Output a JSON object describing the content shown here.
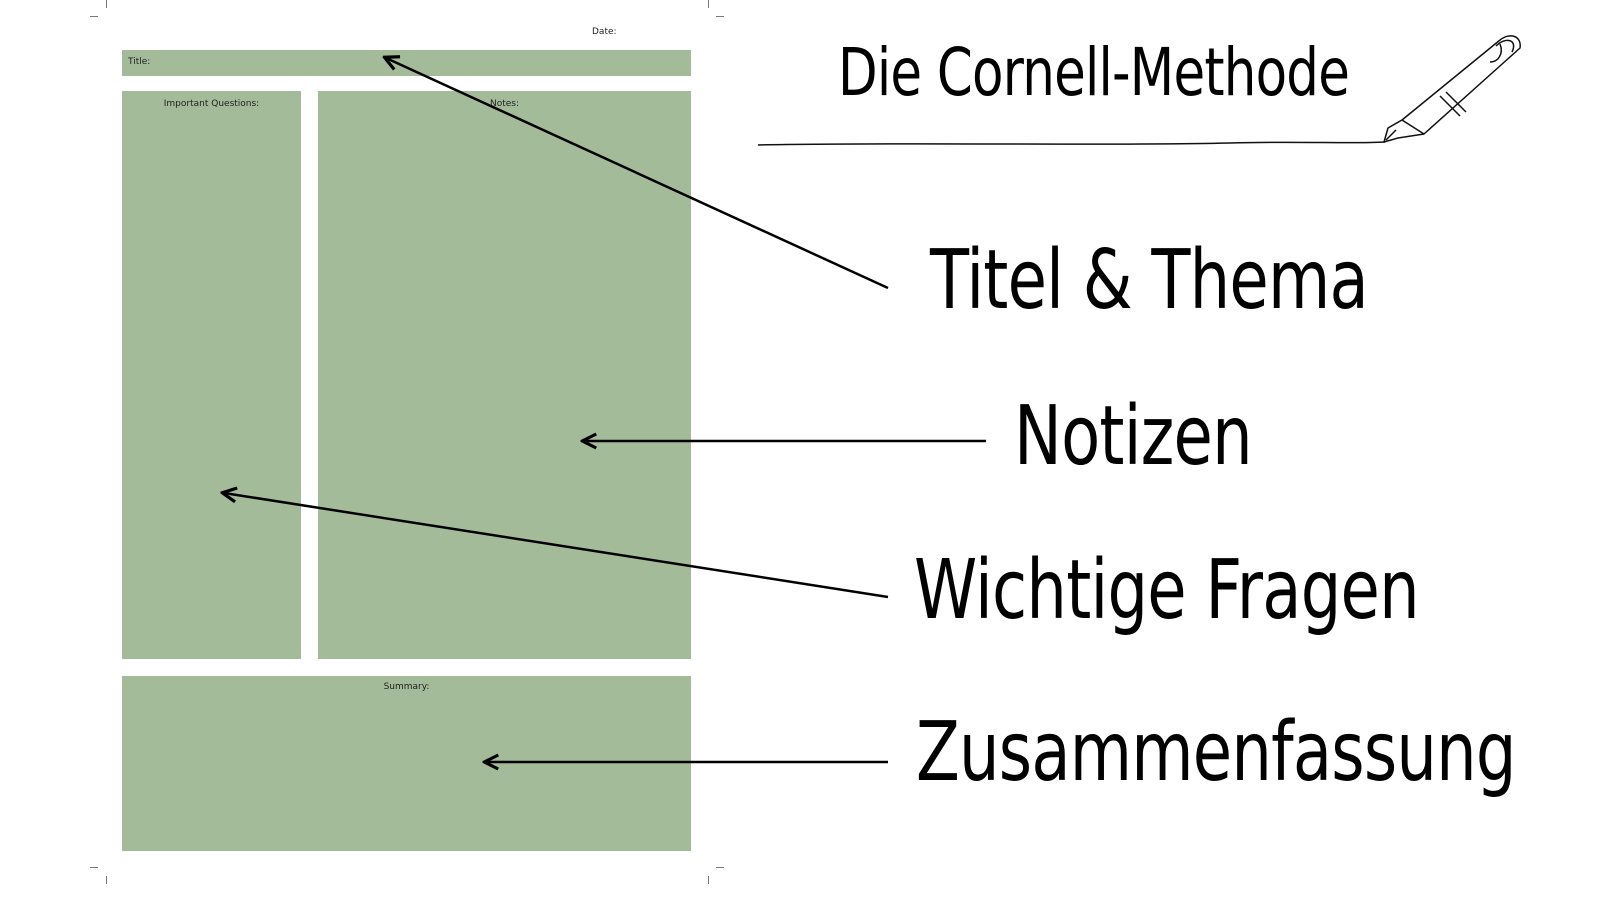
{
  "template": {
    "date_label": "Date:",
    "title_label": "Title:",
    "questions_label": "Important Questions:",
    "notes_label": "Notes:",
    "summary_label": "Summary:",
    "box_color": "#a3bb99"
  },
  "heading": "Die Cornell-Methode",
  "annotations": [
    {
      "key": "title",
      "text": "Titel & Thema"
    },
    {
      "key": "notes",
      "text": "Notizen"
    },
    {
      "key": "questions",
      "text": "Wichtige Fragen"
    },
    {
      "key": "summary",
      "text": "Zusammenfassung"
    }
  ],
  "icons": {
    "pen": "fountain-pen-icon"
  }
}
